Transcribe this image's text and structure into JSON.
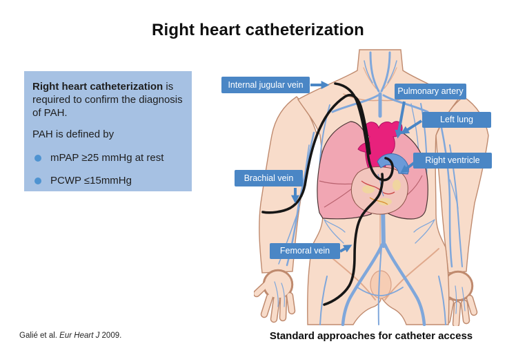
{
  "slide": {
    "title": "Right heart catheterization",
    "caption": "Standard approaches for catheter access",
    "citation": {
      "authors": "Galié et al. ",
      "journal": "Eur Heart J",
      "year": " 2009."
    }
  },
  "info_box": {
    "lead_bold": "Right heart catheterization",
    "lead_rest": " is required to confirm the diagnosis of PAH.",
    "definition_intro": "PAH is defined by",
    "bullets": [
      "mPAP ≥25 mmHg at rest",
      "PCWP ≤15mmHg"
    ]
  },
  "diagram": {
    "labels": [
      {
        "id": "internal-jugular-vein",
        "text": "Internal jugular vein"
      },
      {
        "id": "pulmonary-artery",
        "text": "Pulmonary artery"
      },
      {
        "id": "left-lung",
        "text": "Left lung"
      },
      {
        "id": "right-ventricle",
        "text": "Right ventricle"
      },
      {
        "id": "brachial-vein",
        "text": "Brachial vein"
      },
      {
        "id": "femoral-vein",
        "text": "Femoral vein"
      }
    ]
  },
  "colors": {
    "label_background": "#4a86c5",
    "info_box_background": "#a6c1e3",
    "bullet_dot": "#4e93d1",
    "catheter": "#161616",
    "skin": "#f8dcca",
    "skin_outline": "#bf8a6e",
    "vein": "#7fa7db",
    "lung": "#f1a6b3",
    "pulmonary_artery": "#e8217c",
    "heart": "#f2c5bd",
    "blue_vessel": "#6b9ad8"
  }
}
